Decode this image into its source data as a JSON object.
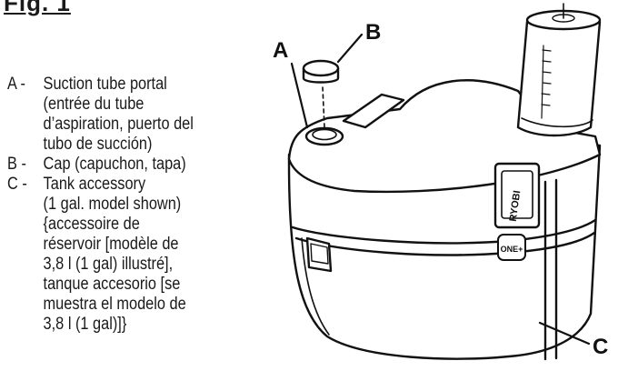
{
  "figure": {
    "title": "Fig. 1"
  },
  "legend": [
    {
      "key": "A -",
      "text": "Suction tube portal\n(entrée du tube\nd’aspiration, puerto del\ntubo de succión)"
    },
    {
      "key": "B -",
      "text": "Cap (capuchon, tapa)"
    },
    {
      "key": "C -",
      "text": "Tank accessory\n(1 gal. model shown)\n{accessoire de\nréservoir [modèle de\n3,8 l (1 gal) illustré],\ntanque accesorio [se\nmuestra el modelo de\n3,8 l (1 gal)]}"
    }
  ],
  "callouts": {
    "a": "A",
    "b": "B",
    "c": "C"
  },
  "product": {
    "brand": "RYOBI",
    "platform": "ONE+"
  }
}
